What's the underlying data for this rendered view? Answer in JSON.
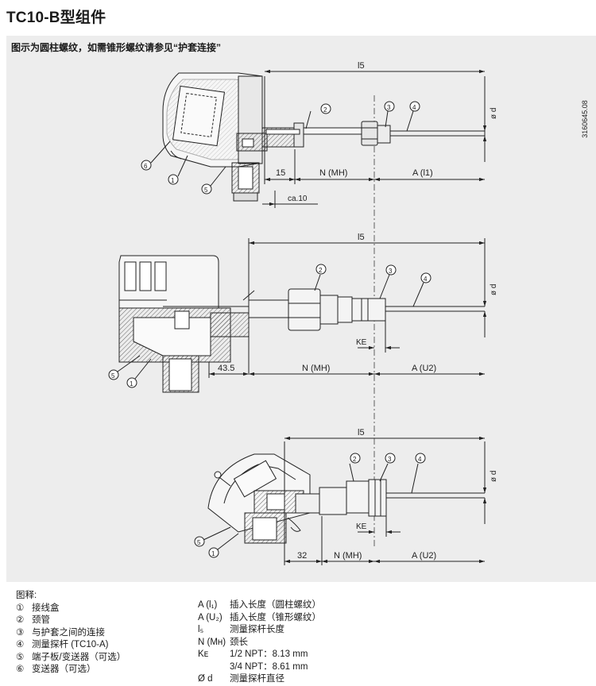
{
  "title": "TC10-B型组件",
  "caption": "图示为圆柱螺纹，如需锥形螺纹请参见“护套连接”",
  "doc_number": "3160645.08",
  "callouts": {
    "c1": "1",
    "c2": "2",
    "c3": "3",
    "c4": "4",
    "c5": "5",
    "c6": "6"
  },
  "dims": {
    "l5": "l5",
    "phi_d": "ø d",
    "d15": "15",
    "d435": "43.5",
    "d32": "32",
    "ca10": "ca.10",
    "n_mh": "N (MH)",
    "a_l1": "A (l1)",
    "a_u2": "A (U2)",
    "ke": "KE"
  },
  "legend": {
    "heading": "图释:",
    "left": [
      {
        "num": "①",
        "text": "接线盒"
      },
      {
        "num": "②",
        "text": "颈管"
      },
      {
        "num": "③",
        "text": "与护套之间的连接"
      },
      {
        "num": "④",
        "text": "测量探杆 (TC10-A)"
      },
      {
        "num": "⑤",
        "text": "端子板/变送器（可选）"
      },
      {
        "num": "⑥",
        "text": "变送器（可选）"
      }
    ],
    "right": [
      {
        "sym": "A (l₁)",
        "text": "插入长度（圆柱螺纹）"
      },
      {
        "sym": "A (U₂)",
        "text": "插入长度（锥形螺纹）"
      },
      {
        "sym": "l₅",
        "text": "测量探杆长度"
      },
      {
        "sym": "N (Mʜ)",
        "text": "颈长"
      },
      {
        "sym": "Kᴇ",
        "text": "1/2 NPT：8.13 mm"
      },
      {
        "sym": "",
        "text": "3/4 NPT：8.61 mm"
      },
      {
        "sym": "Ø d",
        "text": "测量探杆直径"
      }
    ]
  }
}
